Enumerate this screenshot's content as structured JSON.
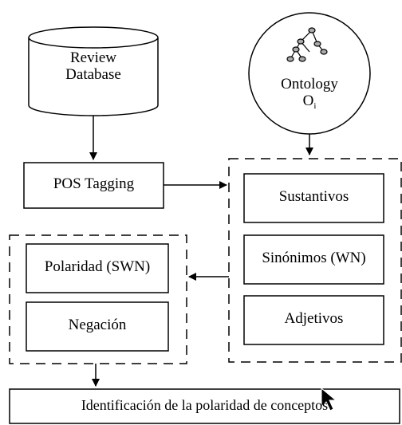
{
  "review_database": {
    "line1": "Review",
    "line2": "Database"
  },
  "ontology": {
    "line1": "Ontology",
    "line2_base": "O",
    "line2_sub": "i"
  },
  "pos_tagging": {
    "label": "POS Tagging"
  },
  "ontology_group": {
    "items": [
      {
        "label": "Sustantivos"
      },
      {
        "label": "Sinónimos (WN)"
      },
      {
        "label": "Adjetivos"
      }
    ]
  },
  "polarity_group": {
    "items": [
      {
        "label": "Polaridad (SWN)"
      },
      {
        "label": "Negación"
      }
    ]
  },
  "identification": {
    "label": "Identificación de la polaridad de conceptos"
  }
}
